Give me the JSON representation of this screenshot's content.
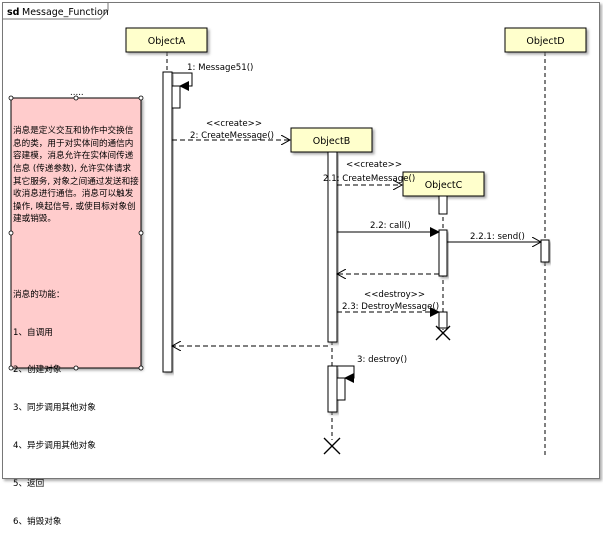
{
  "frame": {
    "keyword": "sd",
    "name": "Message_Function"
  },
  "lifelines": {
    "objectA": "ObjectA",
    "objectB": "ObjectB",
    "objectC": "ObjectC",
    "objectD": "ObjectD"
  },
  "messages": {
    "m1": "1: Message51()",
    "m2_stereotype": "<<create>>",
    "m2": "2: CreateMessage()",
    "m21_stereotype": "<<create>>",
    "m21": "2.1: CreateMessage()",
    "m22": "2.2: call()",
    "m221": "2.2.1: send()",
    "m23_stereotype": "<<destroy>>",
    "m23": "2.3: DestroyMessage()",
    "m3": "3: destroy()"
  },
  "note": {
    "dots": ".....",
    "lines": [
      "消息是定义交互和协作中交换信息的类，用于对实体间的通信内容建模，消息允许在实体间传递信息 (传递参数), 允许实体请求其它服务, 对象之间通过发送和接收消息进行通信。消息可以触发操作, 唤起信号, 或使目标对象创建或销毁。",
      "",
      "消息的功能：",
      "1、自调用",
      "2、创建对象",
      "3、同步调用其他对象",
      "4、异步调用其他对象",
      "5、返回",
      "6、销毁对象"
    ]
  },
  "colors": {
    "lifeline_header": "#ffffcc",
    "note_fill": "#ffcccc",
    "frame_tab": "#ffffff",
    "line": "#000000"
  }
}
